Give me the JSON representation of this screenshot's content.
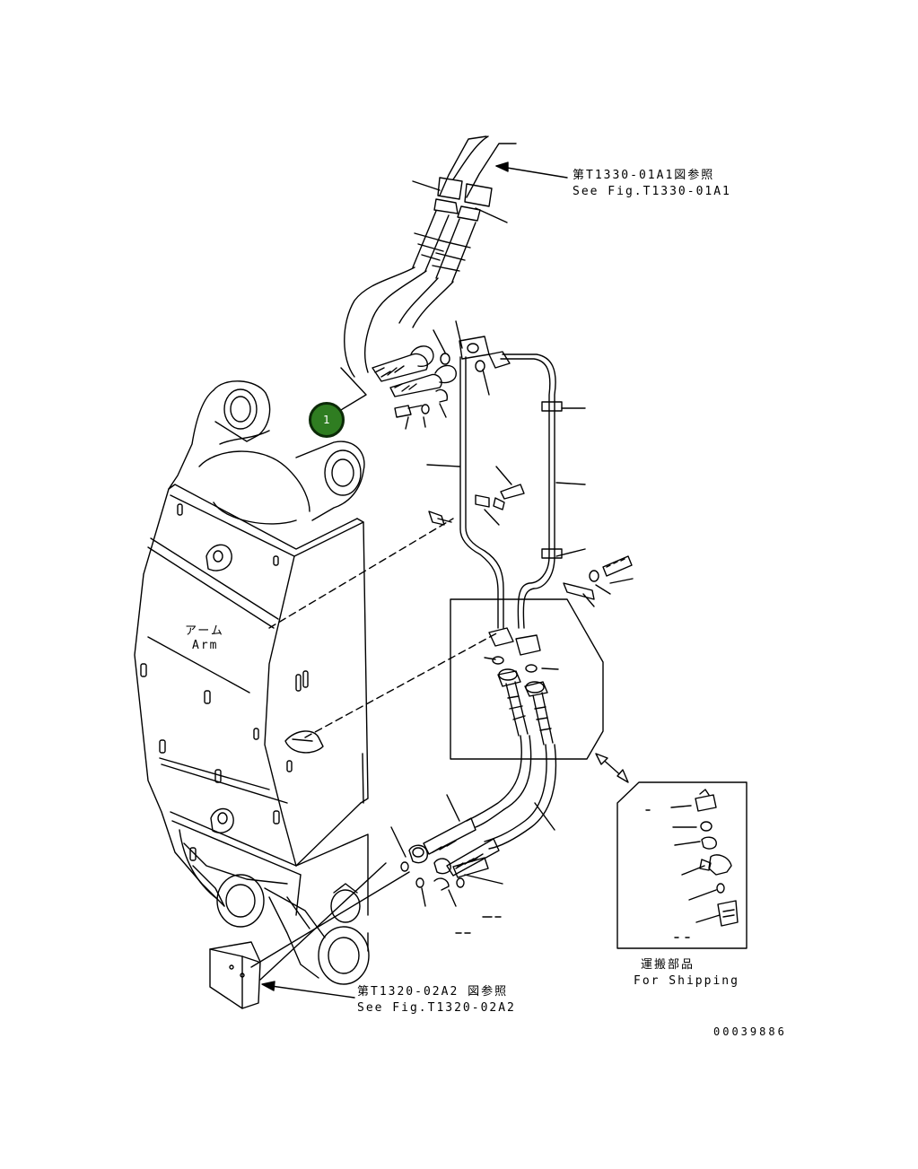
{
  "refs": {
    "top": {
      "jp": "第T1330-01A1図参照",
      "en": "See Fig.T1330-01A1"
    },
    "bottom": {
      "jp": "第T1320-02A2 図参照",
      "en": "See Fig.T1320-02A2"
    }
  },
  "arm_label": {
    "jp": "アーム",
    "en": "Arm"
  },
  "shipping_label": {
    "jp": "運搬部品",
    "en": "For Shipping"
  },
  "drawing_number": "00039886",
  "callout_1": "1"
}
